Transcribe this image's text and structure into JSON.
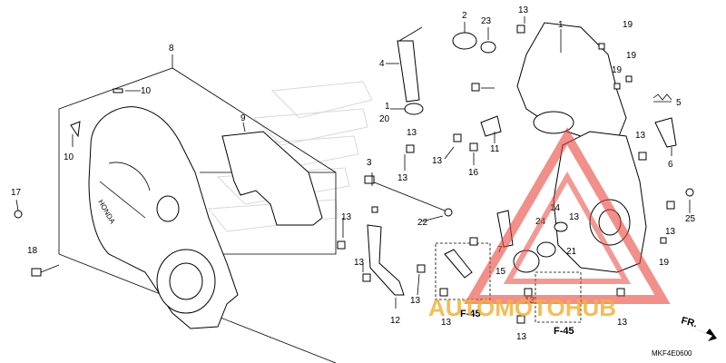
{
  "diagram": {
    "part_numbers": [
      "8",
      "10",
      "10",
      "17",
      "18",
      "9",
      "4",
      "1",
      "20",
      "2",
      "23",
      "13",
      "1",
      "19",
      "19",
      "19",
      "5",
      "6",
      "13",
      "11",
      "16",
      "13",
      "13",
      "3",
      "22",
      "13",
      "13",
      "13",
      "12",
      "7",
      "24",
      "14",
      "21",
      "13",
      "15",
      "25",
      "13",
      "19",
      "13",
      "13",
      "13",
      "13",
      "13"
    ],
    "reference_labels": [
      "F-45",
      "F-45"
    ],
    "direction_label": "FR.",
    "diagram_code": "MKF4E0600"
  },
  "watermark": {
    "text": "AUTOMOTOHUB",
    "color": "#f2b23a",
    "triangle_color": "#e8463c"
  }
}
